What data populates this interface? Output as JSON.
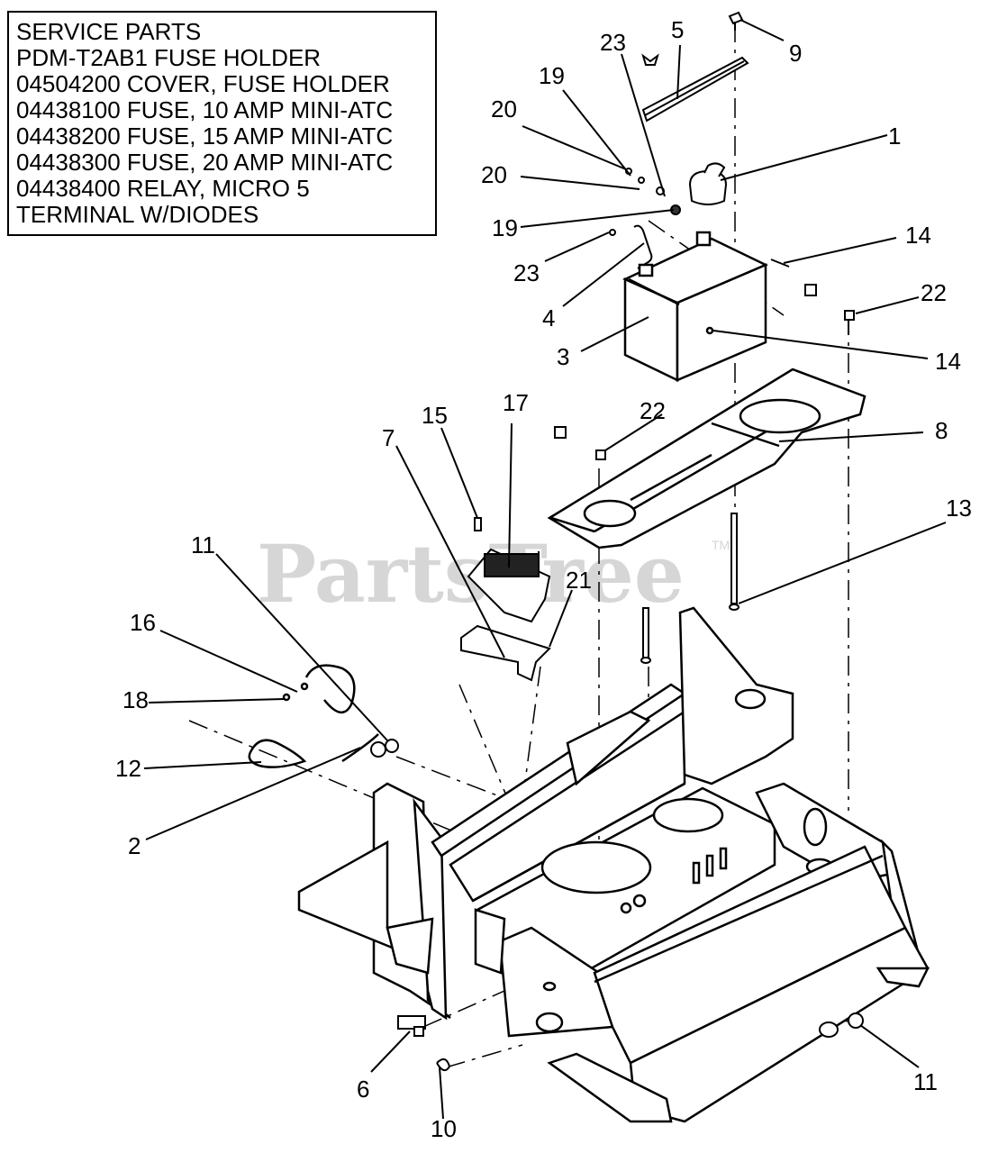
{
  "service_parts": {
    "lines": [
      "SERVICE PARTS",
      "PDM-T2AB1 FUSE HOLDER",
      "04504200 COVER, FUSE HOLDER",
      "04438100 FUSE, 10 AMP MINI-ATC",
      "04438200 FUSE, 15 AMP MINI-ATC",
      "04438300 FUSE, 20 AMP MINI-ATC",
      "04438400 RELAY, MICRO 5",
      "TERMINAL W/DIODES"
    ]
  },
  "watermark": {
    "text": "PartsTree",
    "trademark": "TM"
  },
  "callouts": [
    {
      "id": "5",
      "label": "5"
    },
    {
      "id": "9",
      "label": "9"
    },
    {
      "id": "23a",
      "label": "23"
    },
    {
      "id": "19a",
      "label": "19"
    },
    {
      "id": "20a",
      "label": "20"
    },
    {
      "id": "1",
      "label": "1"
    },
    {
      "id": "20b",
      "label": "20"
    },
    {
      "id": "19b",
      "label": "19"
    },
    {
      "id": "14a",
      "label": "14"
    },
    {
      "id": "23b",
      "label": "23"
    },
    {
      "id": "22a",
      "label": "22"
    },
    {
      "id": "4",
      "label": "4"
    },
    {
      "id": "3",
      "label": "3"
    },
    {
      "id": "14b",
      "label": "14"
    },
    {
      "id": "17",
      "label": "17"
    },
    {
      "id": "15",
      "label": "15"
    },
    {
      "id": "22b",
      "label": "22"
    },
    {
      "id": "7",
      "label": "7"
    },
    {
      "id": "8",
      "label": "8"
    },
    {
      "id": "13",
      "label": "13"
    },
    {
      "id": "11a",
      "label": "11"
    },
    {
      "id": "21",
      "label": "21"
    },
    {
      "id": "16",
      "label": "16"
    },
    {
      "id": "18",
      "label": "18"
    },
    {
      "id": "12",
      "label": "12"
    },
    {
      "id": "2",
      "label": "2"
    },
    {
      "id": "6",
      "label": "6"
    },
    {
      "id": "11b",
      "label": "11"
    },
    {
      "id": "10",
      "label": "10"
    }
  ]
}
